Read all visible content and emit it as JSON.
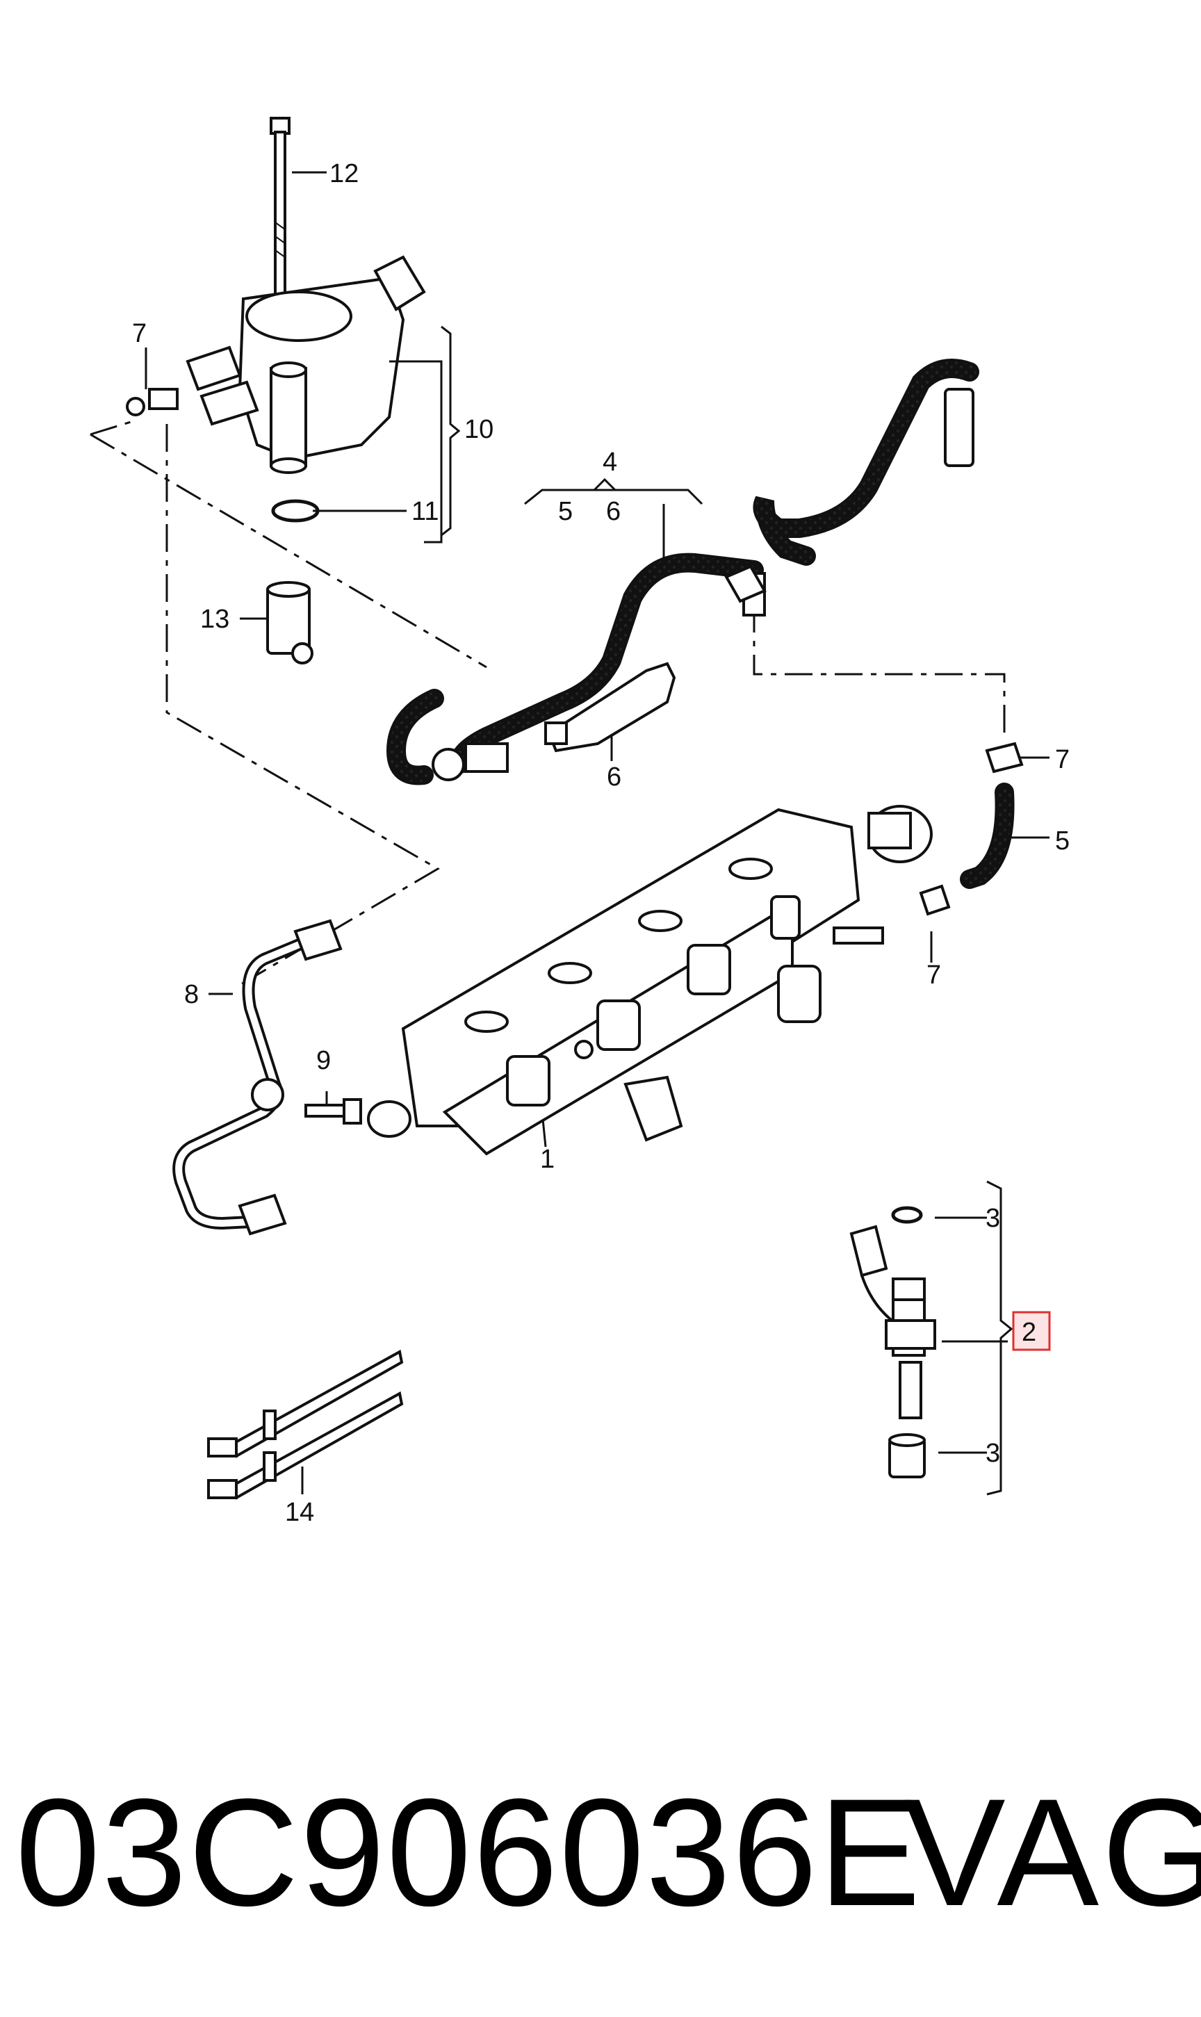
{
  "diagram": {
    "callouts": [
      {
        "id": "c1",
        "label": "1"
      },
      {
        "id": "c2",
        "label": "2"
      },
      {
        "id": "c3a",
        "label": "3"
      },
      {
        "id": "c3b",
        "label": "3"
      },
      {
        "id": "c4",
        "label": "4"
      },
      {
        "id": "c5a",
        "label": "5"
      },
      {
        "id": "c5b",
        "label": "5"
      },
      {
        "id": "c6a",
        "label": "6"
      },
      {
        "id": "c6b",
        "label": "6"
      },
      {
        "id": "c7a",
        "label": "7"
      },
      {
        "id": "c7b",
        "label": "7"
      },
      {
        "id": "c7c",
        "label": "7"
      },
      {
        "id": "c8",
        "label": "8"
      },
      {
        "id": "c9",
        "label": "9"
      },
      {
        "id": "c10",
        "label": "10"
      },
      {
        "id": "c11",
        "label": "11"
      },
      {
        "id": "c12",
        "label": "12"
      },
      {
        "id": "c13",
        "label": "13"
      },
      {
        "id": "c14",
        "label": "14"
      }
    ],
    "highlight_color": "#e03030",
    "highlight_fill": "#fde3e3"
  },
  "footer": {
    "part_number": "03C906036E",
    "brand": "VAG"
  }
}
